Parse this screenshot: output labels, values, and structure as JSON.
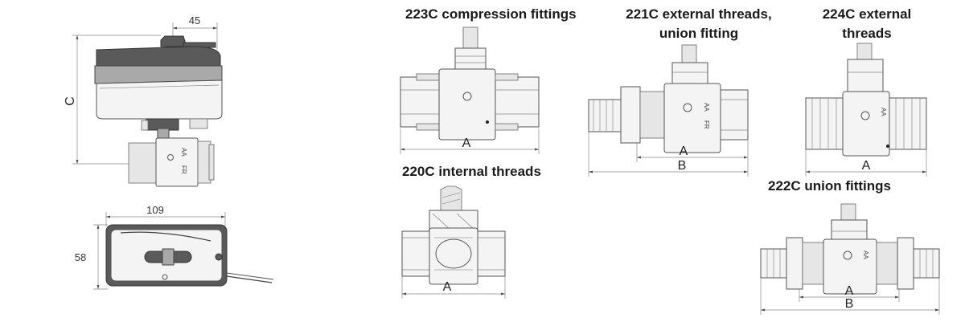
{
  "titles": {
    "t223": "223C compression fittings",
    "t221_line1": "221C external threads,",
    "t221_line2": "union fitting",
    "t224_line1": "224C external",
    "t224_line2": "threads",
    "t220": "220C internal threads",
    "t222": "222C union fittings"
  },
  "dimensions": {
    "actuator_width": "45",
    "actuator_height": "C",
    "top_length": "109",
    "top_width": "58",
    "a": "A",
    "b": "B"
  },
  "markings": {
    "aa": "AA",
    "fr": "FR"
  }
}
